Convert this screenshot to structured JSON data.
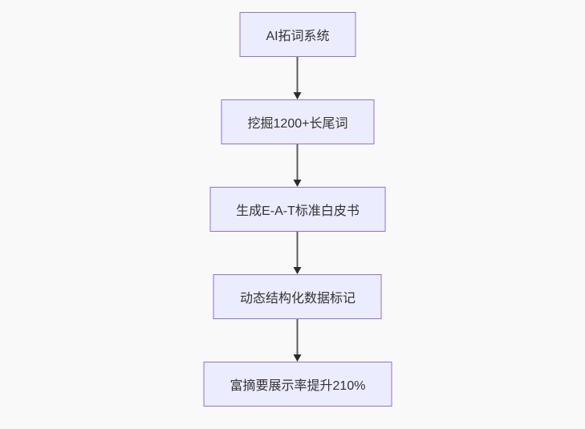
{
  "diagram": {
    "type": "flowchart",
    "direction": "top-down",
    "nodes": [
      {
        "id": "step-1",
        "label": "AI拓词系统"
      },
      {
        "id": "step-2",
        "label": "挖掘1200+长尾词"
      },
      {
        "id": "step-3",
        "label": "生成E-A-T标准白皮书"
      },
      {
        "id": "step-4",
        "label": "动态结构化数据标记"
      },
      {
        "id": "step-5",
        "label": "富摘要展示率提升210%"
      }
    ],
    "edges": [
      {
        "from": "step-1",
        "to": "step-2"
      },
      {
        "from": "step-2",
        "to": "step-3"
      },
      {
        "from": "step-3",
        "to": "step-4"
      },
      {
        "from": "step-4",
        "to": "step-5"
      }
    ],
    "colors": {
      "background": "#f9f9f9",
      "node_fill": "#ececff",
      "node_border": "#9370db",
      "node_text": "#333333",
      "edge_line": "#5c5c5c",
      "arrowhead": "#2b2b2b"
    }
  }
}
